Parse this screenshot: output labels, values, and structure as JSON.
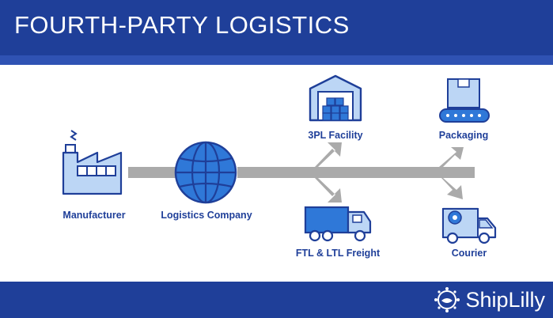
{
  "header": {
    "title": "FOURTH-PARTY LOGISTICS"
  },
  "nodes": {
    "manufacturer": "Manufacturer",
    "logistics_company": "Logistics Company",
    "threepl_facility": "3PL Facility",
    "ftl_ltl_freight": "FTL & LTL Freight",
    "packaging": "Packaging",
    "courier": "Courier"
  },
  "footer": {
    "brand": "ShipLilly"
  },
  "colors": {
    "primary": "#1f3f99",
    "accent": "#2f78d8",
    "icon_fill": "#bcd6f5",
    "connector": "#aaaaaa"
  }
}
